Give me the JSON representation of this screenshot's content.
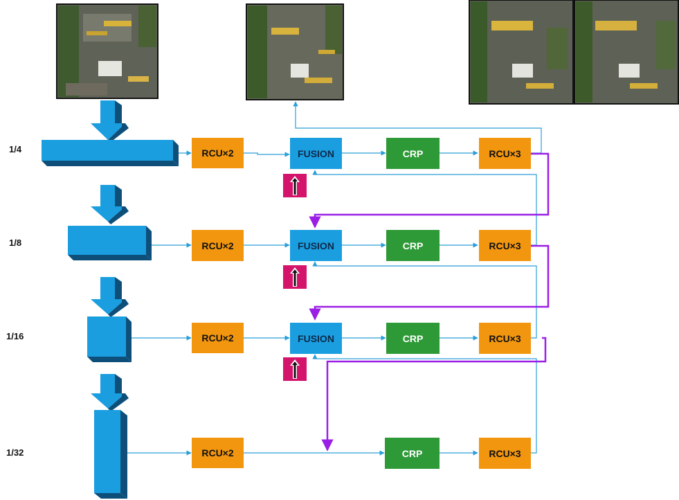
{
  "scales": [
    {
      "label": "1/4"
    },
    {
      "label": "1/8"
    },
    {
      "label": "1/16"
    },
    {
      "label": "1/32"
    }
  ],
  "blocks": {
    "rcu_in": "RCU×2",
    "fusion": "FUSION",
    "crp": "CRP",
    "rcu_out": "RCU×3"
  },
  "colors": {
    "encoder": "#1a9ee0",
    "rcu": "#f2960f",
    "fusion": "#1a9ee0",
    "crp": "#2e9a37",
    "upsample_badge": "#d4136b",
    "skip_arrow": "#9b1ee6",
    "flow_line": "#2a9ed8"
  },
  "icons": {
    "down_arrow": "down-arrow-icon",
    "upsample": "up-arrow-icon"
  }
}
